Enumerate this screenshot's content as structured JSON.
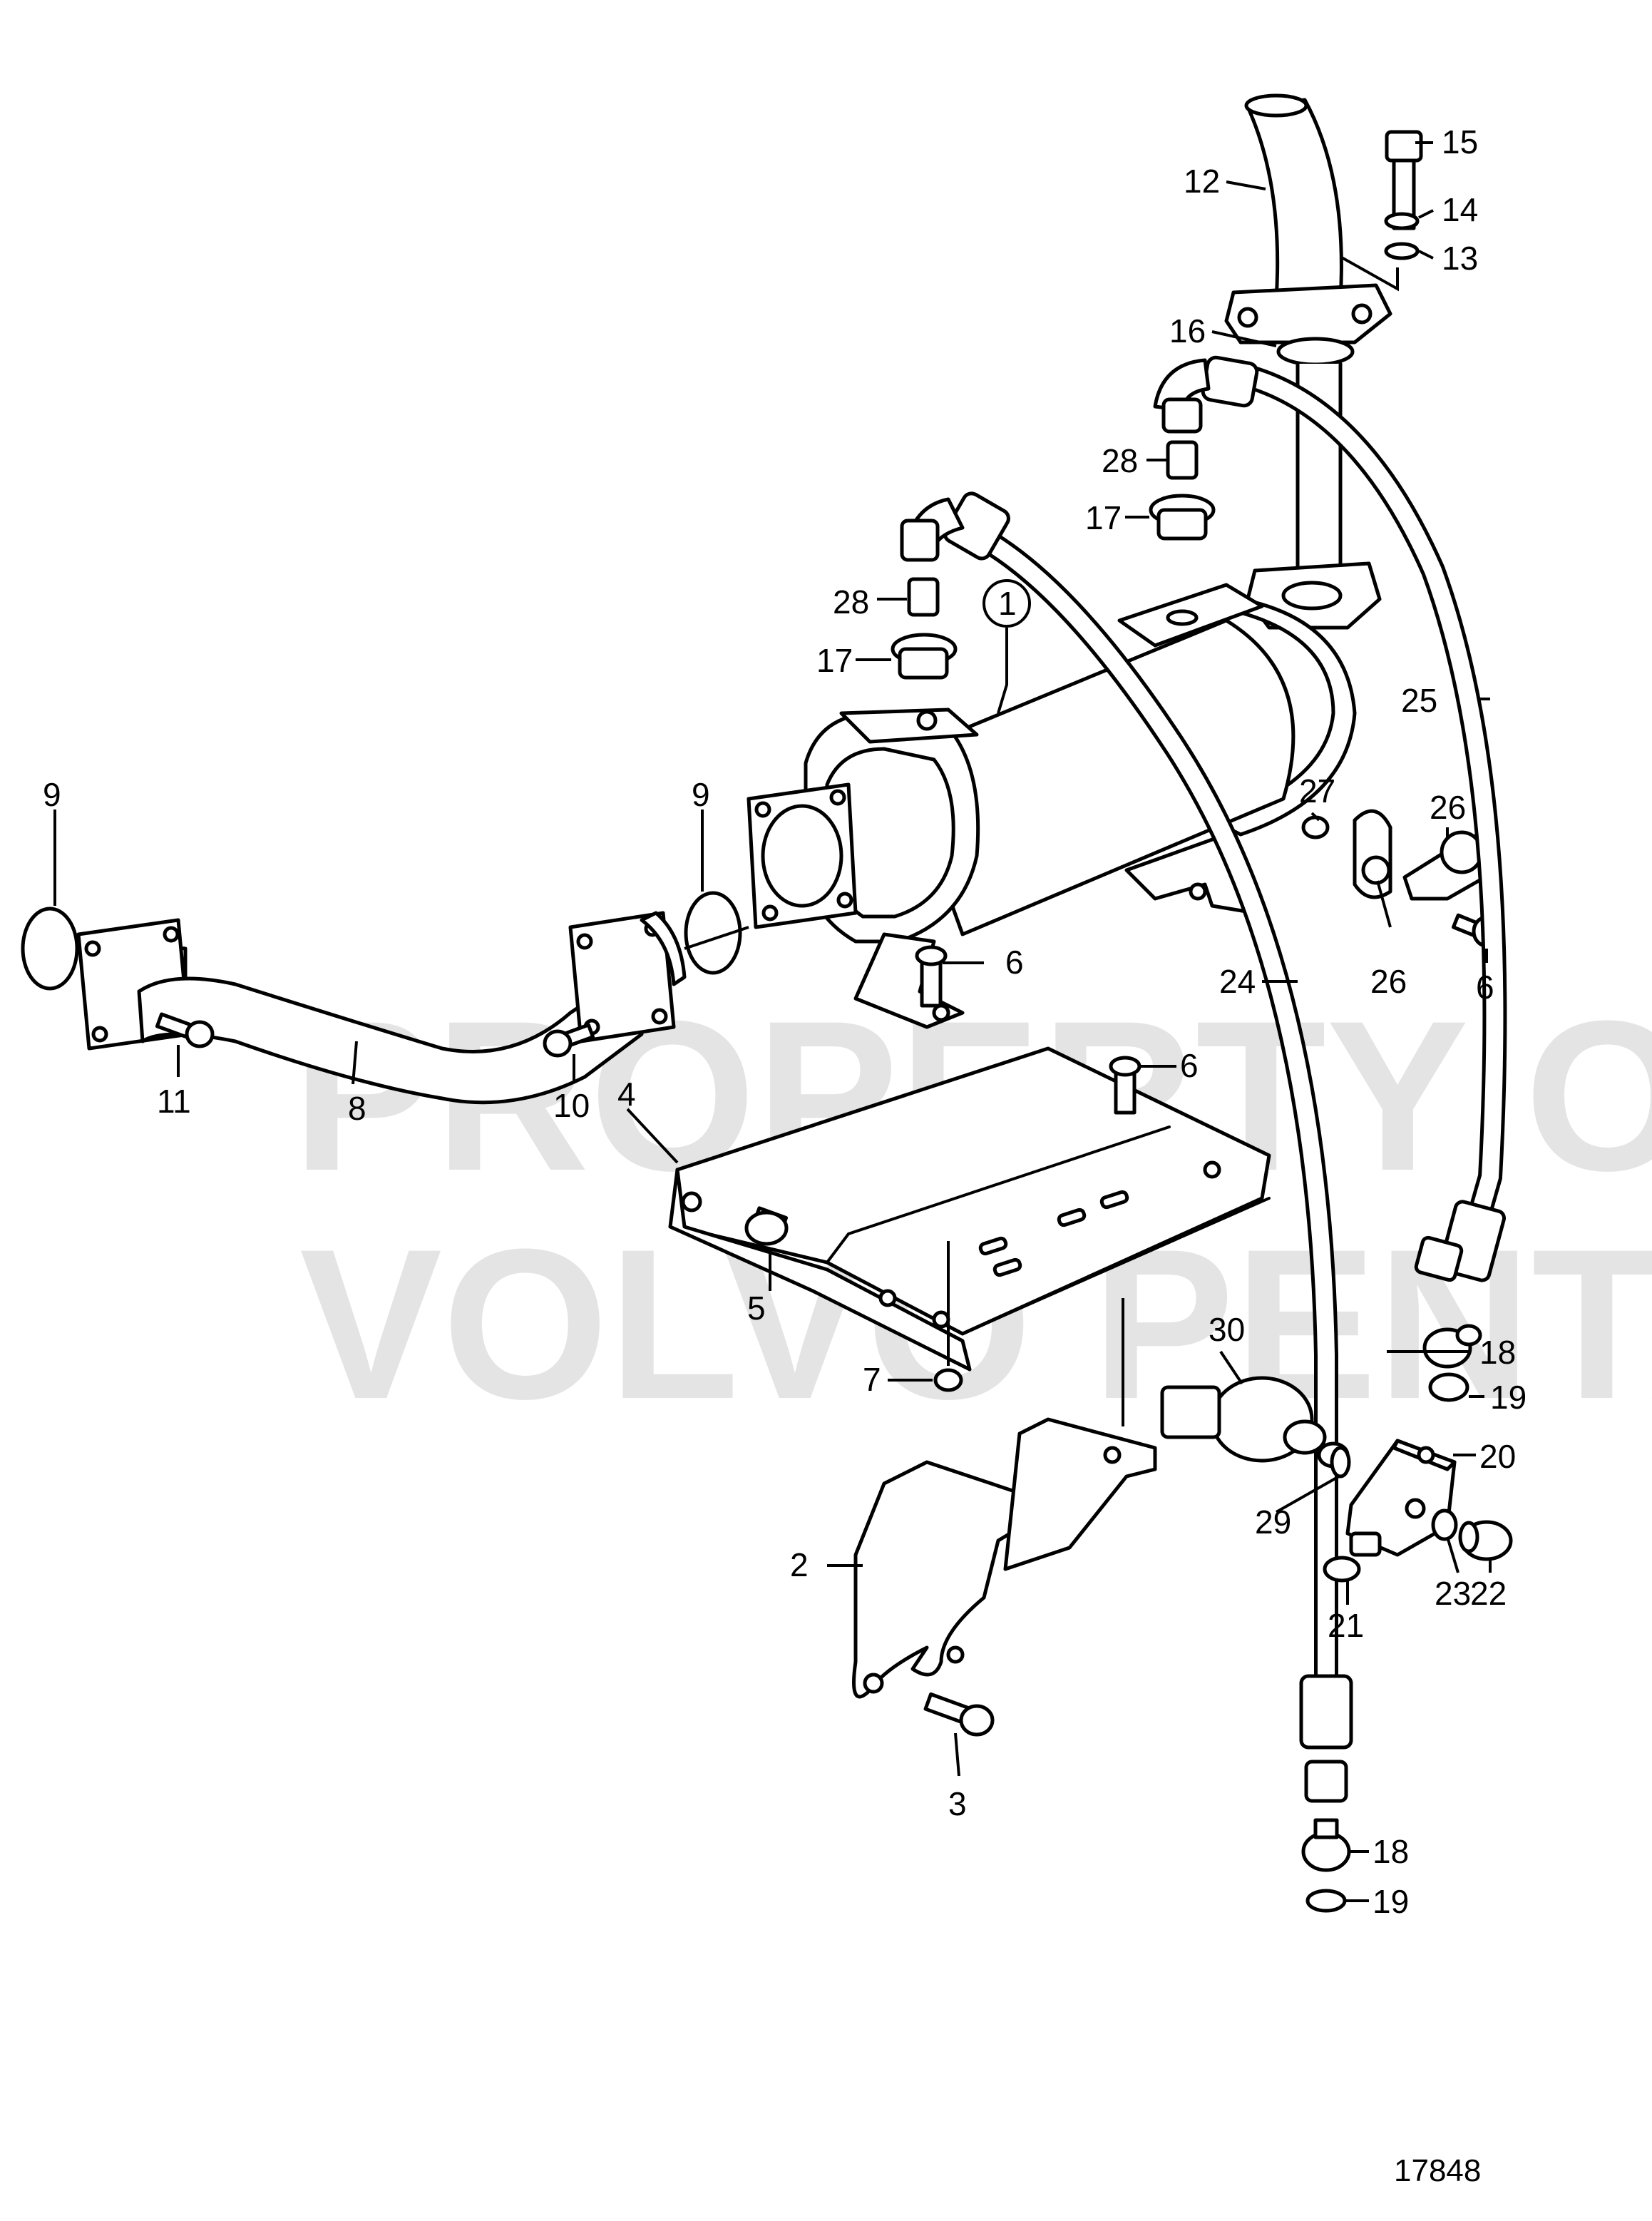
{
  "watermark": {
    "line1": "PROPERTY OF",
    "line2": "VOLVO PENTA"
  },
  "reference_number": "17848",
  "callouts": {
    "c1": "1",
    "c2": "2",
    "c3": "3",
    "c4": "4",
    "c5": "5",
    "c6a": "6",
    "c6b": "6",
    "c6c": "6",
    "c7": "7",
    "c8": "8",
    "c9a": "9",
    "c9b": "9",
    "c10": "10",
    "c11": "11",
    "c12": "12",
    "c13": "13",
    "c14": "14",
    "c15": "15",
    "c16": "16",
    "c17a": "17",
    "c17b": "17",
    "c18a": "18",
    "c18b": "18",
    "c19a": "19",
    "c19b": "19",
    "c20": "20",
    "c21": "21",
    "c22": "22",
    "c23": "23",
    "c24": "24",
    "c25": "25",
    "c26a": "26",
    "c26b": "26",
    "c27": "27",
    "c28a": "28",
    "c28b": "28",
    "c29": "29",
    "c30": "30"
  },
  "colors": {
    "line": "#000000",
    "watermark": "#cfcfcf"
  }
}
